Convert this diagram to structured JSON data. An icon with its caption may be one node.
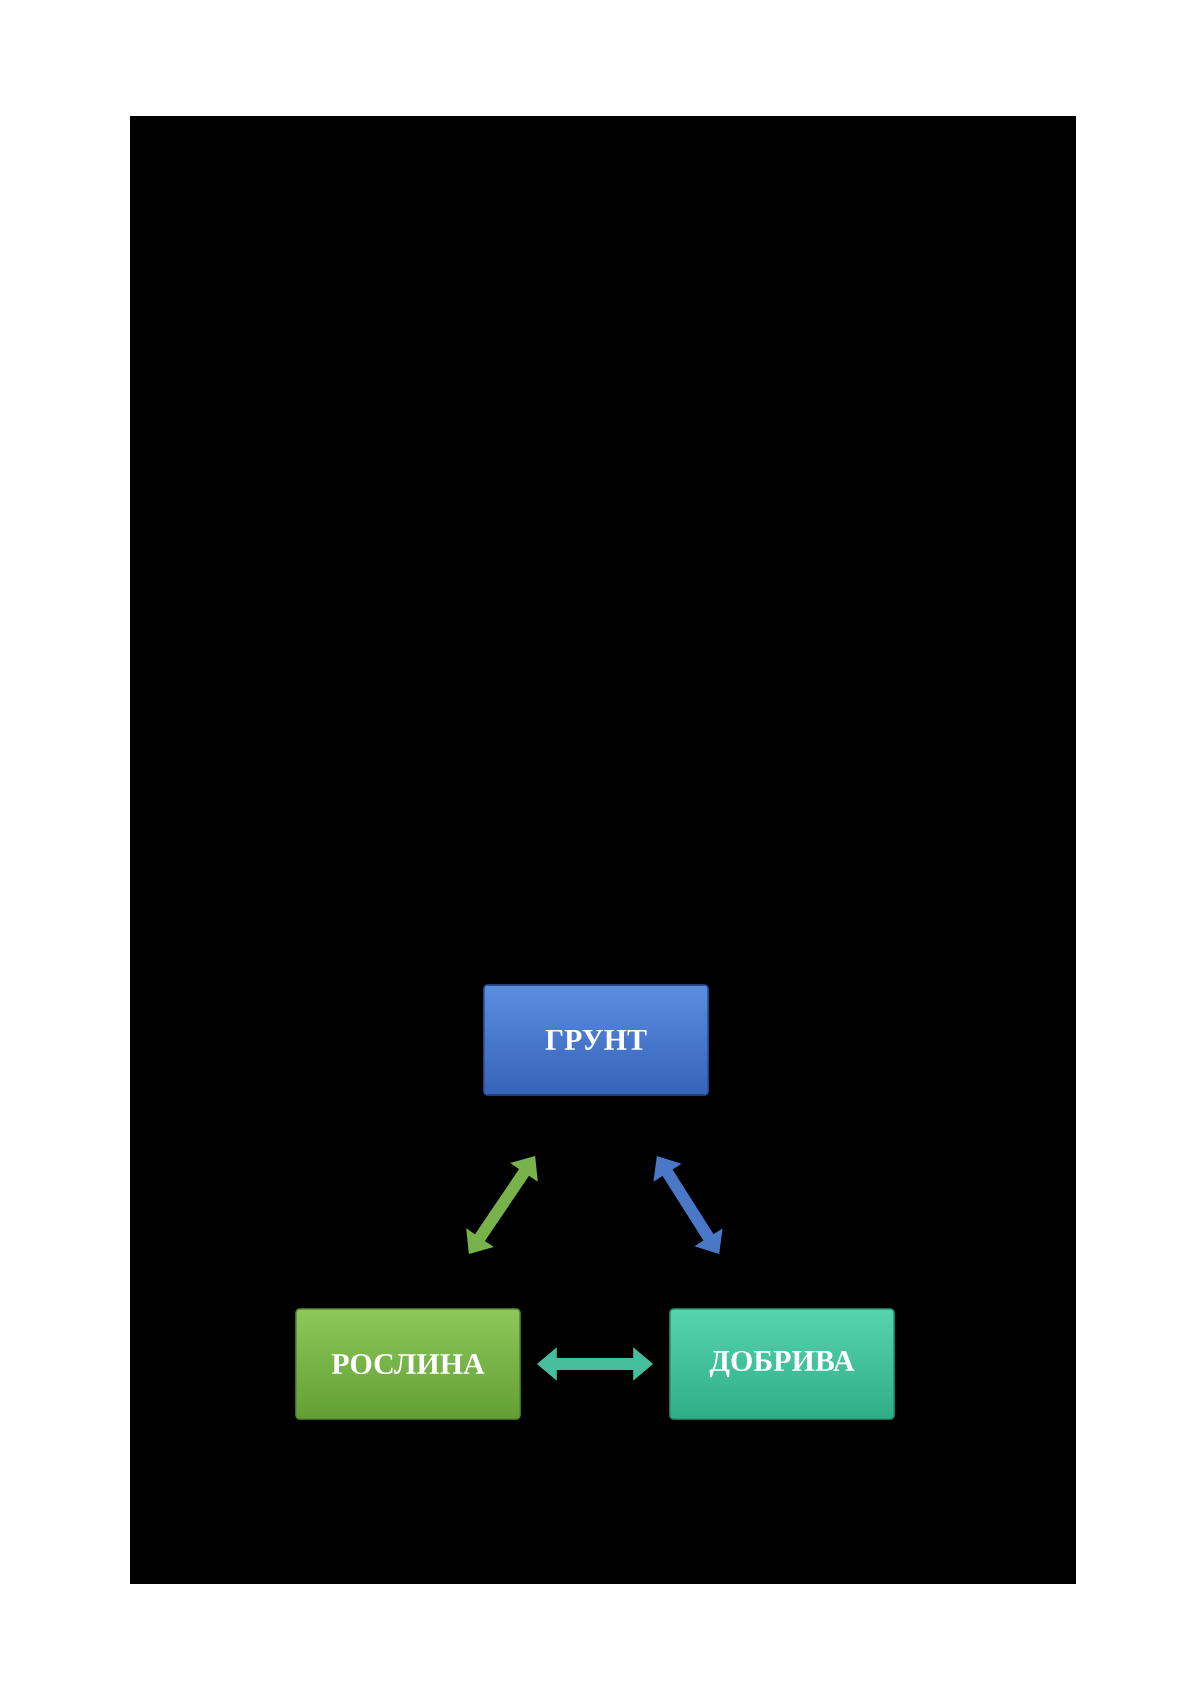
{
  "diagram": {
    "nodes": [
      {
        "text": [
          "ГРУНТ"
        ]
      },
      {
        "text": [
          "РОСЛИНА"
        ]
      },
      {
        "text": [
          "ДОБРИВА"
        ]
      }
    ],
    "edges": [
      {
        "from": 0,
        "to": 1,
        "arrow": "both",
        "color": "#77b24a"
      },
      {
        "from": 0,
        "to": 2,
        "arrow": "both",
        "color": "#4a78c8"
      },
      {
        "from": 1,
        "to": 2,
        "arrow": "both",
        "color": "#46be9c"
      }
    ]
  }
}
